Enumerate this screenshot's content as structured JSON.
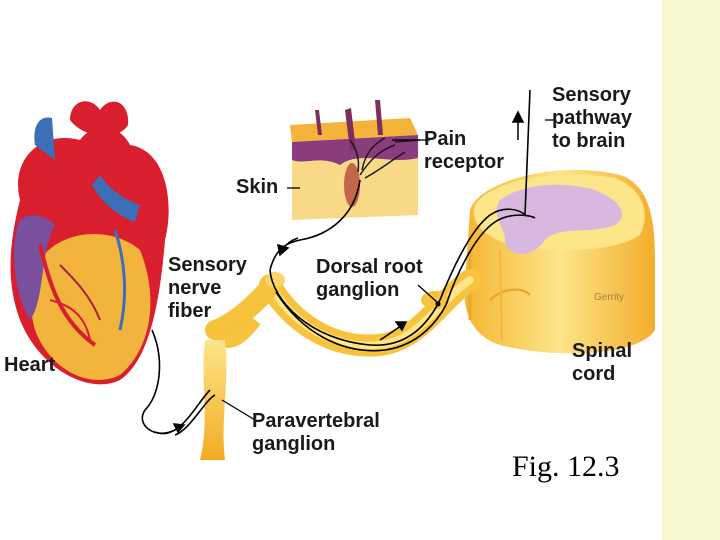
{
  "labels": {
    "sensory_pathway": "Sensory\npathway\nto brain",
    "pain_receptor": "Pain\nreceptor",
    "skin": "Skin",
    "sensory_nerve_fiber": "Sensory\nnerve\nfiber",
    "dorsal_root_ganglion": "Dorsal root\nganglion",
    "heart": "Heart",
    "spinal_cord": "Spinal\ncord",
    "paravertebral_ganglion": "Paravertebral\nganglion"
  },
  "credit": "Gerrity",
  "figure_caption": "Fig. 12.3",
  "colors": {
    "nerve_yellow": "#f7c23c",
    "nerve_light": "#fde58a",
    "gray_matter": "#d9b8e0",
    "heart_red": "#d91e2e",
    "heart_blue": "#3c6fb8",
    "heart_purple": "#7a4f9c",
    "side_strip": "#f7f8d0"
  }
}
